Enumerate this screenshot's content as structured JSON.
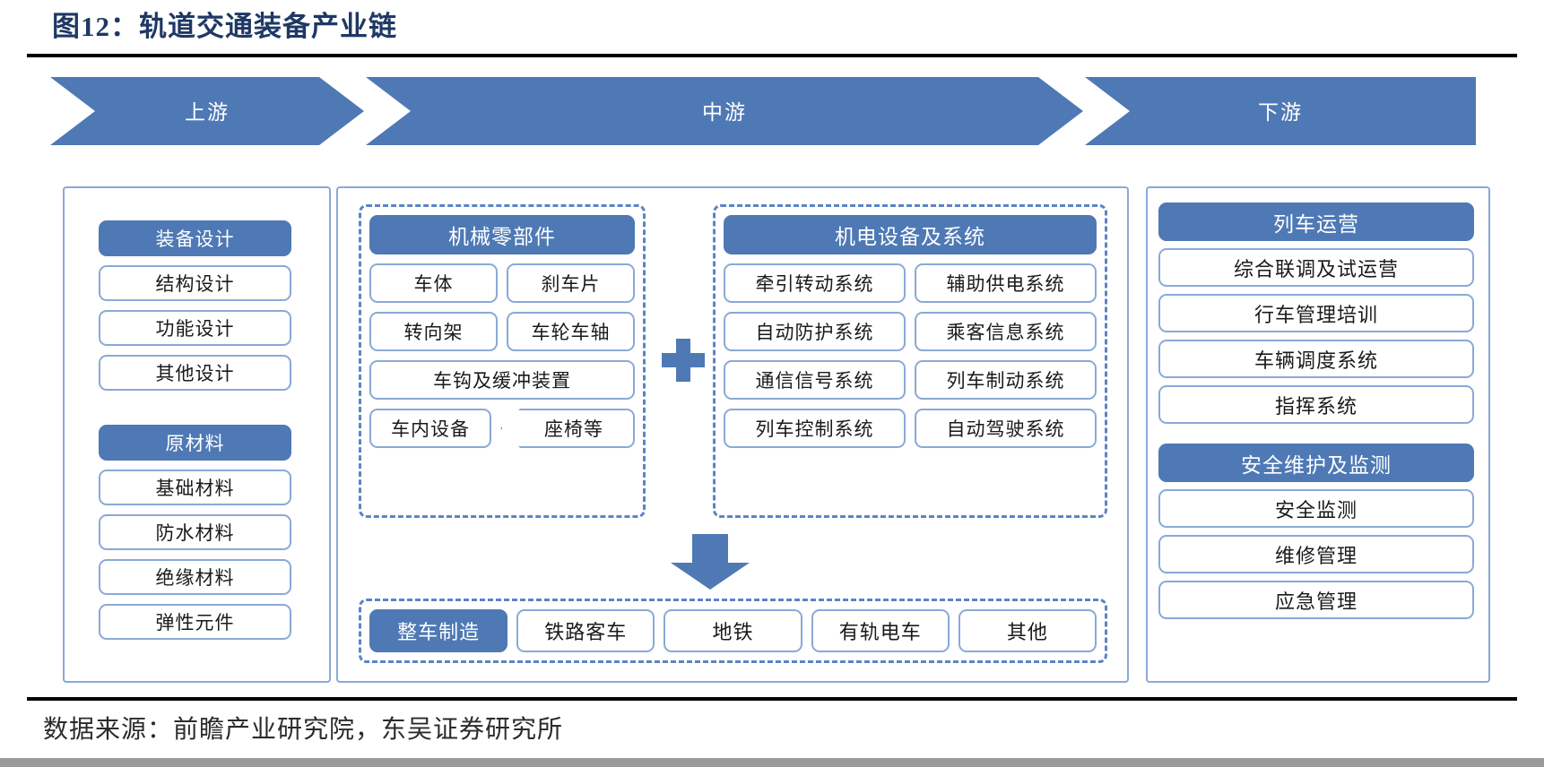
{
  "title": "图12：轨道交通装备产业链",
  "source_note": "数据来源：前瞻产业研究院，东吴证券研究所",
  "colors": {
    "accent_blue": "#4e79b5",
    "border_blue": "#8aa9d6",
    "dash_blue": "#5b84c4",
    "title_navy": "#1f3864",
    "white": "#ffffff"
  },
  "banner": {
    "upstream": "上游",
    "midstream": "中游",
    "downstream": "下游"
  },
  "upstream": {
    "groups": [
      {
        "header": "装备设计",
        "items": [
          "结构设计",
          "功能设计",
          "其他设计"
        ]
      },
      {
        "header": "原材料",
        "items": [
          "基础材料",
          "防水材料",
          "绝缘材料",
          "弹性元件"
        ]
      }
    ]
  },
  "midstream": {
    "mechanical": {
      "header": "机械零部件",
      "rows": [
        [
          "车体",
          "刹车片"
        ],
        [
          "转向架",
          "车轮车轴"
        ],
        [
          "车钩及缓冲装置"
        ],
        [
          "车内设备",
          "座椅等"
        ]
      ]
    },
    "operator_icon": "plus-icon",
    "electrical": {
      "header": "机电设备及系统",
      "rows": [
        [
          "牵引转动系统",
          "辅助供电系统"
        ],
        [
          "自动防护系统",
          "乘客信息系统"
        ],
        [
          "通信信号系统",
          "列车制动系统"
        ],
        [
          "列车控制系统",
          "自动驾驶系统"
        ]
      ]
    },
    "flow_icon": "down-arrow-icon",
    "vehicle": {
      "header": "整车制造",
      "items": [
        "铁路客车",
        "地铁",
        "有轨电车",
        "其他"
      ]
    }
  },
  "downstream": {
    "groups": [
      {
        "header": "列车运营",
        "items": [
          "综合联调及试运营",
          "行车管理培训",
          "车辆调度系统",
          "指挥系统"
        ]
      },
      {
        "header": "安全维护及监测",
        "items": [
          "安全监测",
          "维修管理",
          "应急管理"
        ]
      }
    ]
  },
  "chart_data": {
    "type": "diagram",
    "title": "图12：轨道交通装备产业链",
    "subtype": "value-chain / industry-chain flow",
    "stages": [
      "上游",
      "中游",
      "下游"
    ],
    "nodes": {
      "上游": [
        "装备设计",
        "结构设计",
        "功能设计",
        "其他设计",
        "原材料",
        "基础材料",
        "防水材料",
        "绝缘材料",
        "弹性元件"
      ],
      "中游": [
        "机械零部件",
        "车体",
        "刹车片",
        "转向架",
        "车轮车轴",
        "车钩及缓冲装置",
        "车内设备",
        "座椅等",
        "机电设备及系统",
        "牵引转动系统",
        "辅助供电系统",
        "自动防护系统",
        "乘客信息系统",
        "通信信号系统",
        "列车制动系统",
        "列车控制系统",
        "自动驾驶系统",
        "整车制造",
        "铁路客车",
        "地铁",
        "有轨电车",
        "其他"
      ],
      "下游": [
        "列车运营",
        "综合联调及试运营",
        "行车管理培训",
        "车辆调度系统",
        "指挥系统",
        "安全维护及监测",
        "安全监测",
        "维修管理",
        "应急管理"
      ]
    },
    "edges": [
      {
        "from": "机械零部件",
        "to": "整车制造",
        "label": "+"
      },
      {
        "from": "机电设备及系统",
        "to": "整车制造",
        "label": "+"
      }
    ]
  }
}
